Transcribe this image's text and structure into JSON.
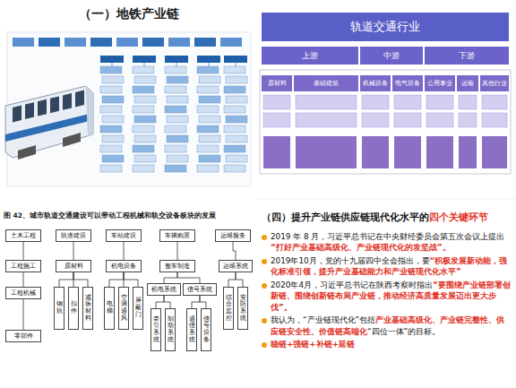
{
  "diagram": {
    "nodes": [
      {
        "text": [
          "轨道交通行业"
        ]
      },
      {
        "text": [
          "上游"
        ]
      },
      {
        "text": [
          "中游"
        ]
      },
      {
        "text": [
          "下游"
        ]
      },
      {
        "text": [
          "原材料"
        ]
      },
      {
        "text": [
          "基础建筑"
        ]
      },
      {
        "text": [
          "机械设备"
        ]
      },
      {
        "text": [
          "电气设备"
        ]
      },
      {
        "text": [
          "公用事业"
        ]
      },
      {
        "text": [
          "运输"
        ]
      },
      {
        "text": [
          "其他行业"
        ]
      },
      {
        "text": [
          "土木工程"
        ]
      },
      {
        "text": [
          "轨道建设"
        ]
      },
      {
        "text": [
          "车站建设"
        ]
      },
      {
        "text": [
          "车辆购置"
        ]
      },
      {
        "text": [
          "运维服务"
        ]
      },
      {
        "text": [
          "工程施工"
        ]
      },
      {
        "text": [
          "工程机械"
        ]
      },
      {
        "text": [
          "零部件"
        ]
      },
      {
        "text": [
          "原材料"
        ]
      },
      {
        "text": [
          "钢轨"
        ]
      },
      {
        "text": [
          "扣件"
        ]
      },
      {
        "text": [
          "减振材料"
        ]
      },
      {
        "text": [
          "机电设备"
        ]
      },
      {
        "text": [
          "电梯"
        ]
      },
      {
        "text": [
          "空调通风"
        ]
      },
      {
        "text": [
          "屏蔽门"
        ]
      },
      {
        "text": [
          "整车制造"
        ]
      },
      {
        "text": [
          "机电系统"
        ]
      },
      {
        "text": [
          "信号系统"
        ]
      },
      {
        "text": [
          "牵引系统"
        ]
      },
      {
        "text": [
          "制动系统"
        ]
      },
      {
        "text": [
          "通信系统"
        ]
      },
      {
        "text": [
          "信号设备"
        ]
      },
      {
        "text": [
          "运维系统"
        ]
      },
      {
        "text": [
          "综合监控"
        ]
      },
      {
        "text": [
          "安防系统"
        ]
      }
    ],
    "edges": [
      {
        "from": 11,
        "to": 16,
        "arrow": "none"
      },
      {
        "from": 16,
        "to": 17,
        "arrow": "none"
      },
      {
        "from": 17,
        "to": 18,
        "arrow": "none"
      },
      {
        "from": 12,
        "to": 19,
        "arrow": "none"
      },
      {
        "from": 19,
        "to": 20,
        "arrow": "none"
      },
      {
        "from": 19,
        "to": 21,
        "arrow": "none"
      },
      {
        "from": 19,
        "to": 22,
        "arrow": "none"
      },
      {
        "from": 13,
        "to": 23,
        "arrow": "none"
      },
      {
        "from": 23,
        "to": 24,
        "arrow": "none"
      },
      {
        "from": 23,
        "to": 25,
        "arrow": "none"
      },
      {
        "from": 23,
        "to": 26,
        "arrow": "none"
      },
      {
        "from": 14,
        "to": 27,
        "arrow": "none"
      },
      {
        "from": 27,
        "to": 28,
        "arrow": "none"
      },
      {
        "from": 27,
        "to": 29,
        "arrow": "none"
      },
      {
        "from": 28,
        "to": 30,
        "arrow": "none"
      },
      {
        "from": 28,
        "to": 31,
        "arrow": "none"
      },
      {
        "from": 29,
        "to": 32,
        "arrow": "none"
      },
      {
        "from": 29,
        "to": 33,
        "arrow": "none"
      },
      {
        "from": 15,
        "to": 34,
        "arrow": "none"
      },
      {
        "from": 34,
        "to": 35,
        "arrow": "none"
      },
      {
        "from": 34,
        "to": 36,
        "arrow": "none"
      }
    ],
    "labels": [
      "（一）地铁产业链",
      "图 42、城市轨道交通建设可以带动工程机械和轨交设备板块的发展",
      "（四）提升产业链供应链现代化水平的",
      "四个关键环节",
      "2019 年 8 月，习近平总书记在中央财经委员会第五次会议上提出",
      "“打好产业基础高级化、产业链现代化的攻坚战”。",
      "2019年10月，党的十九届四中全会指出，要",
      "“积极发展新动能，强化标准引领，提升产业基础能力和产业链现代化水平”",
      "2020年4月，习近平总书记在陕西考察时指出",
      "“要围绕产业链部署创新链、围绕创新链布局产业链，推动经济高质量发展迈出更大步伐”。",
      "我认为，“产业链现代化”包括",
      "产业基础高级化、产业链完整性、供应链安全性、价值链高端化",
      "“四位一体”的目标。",
      "稳链+强链+补链+延链"
    ]
  }
}
